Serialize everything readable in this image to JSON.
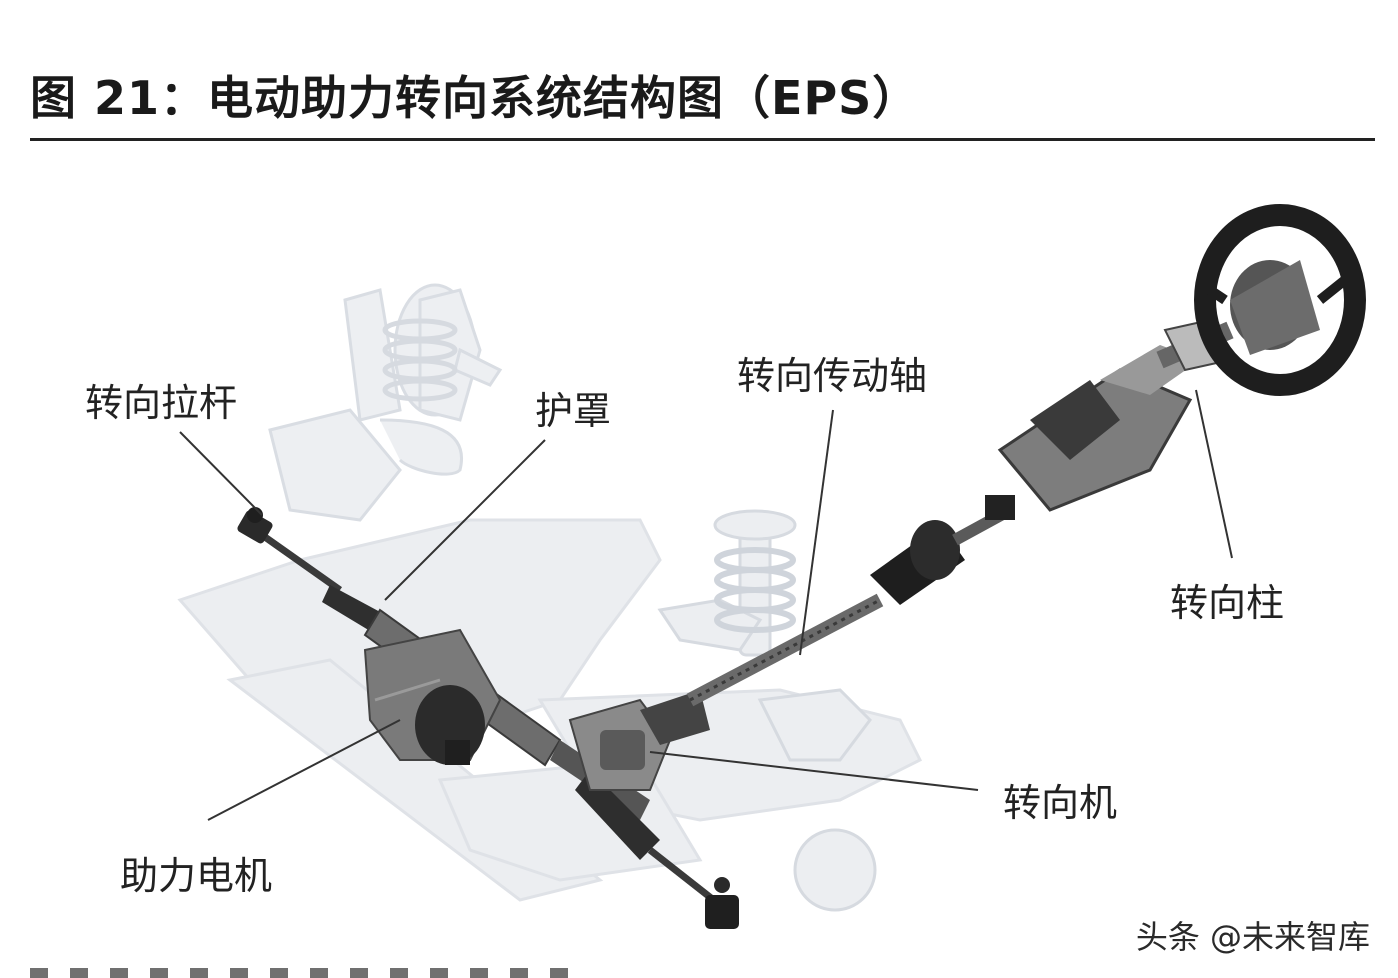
{
  "figure": {
    "title": "图 21：电动助力转向系统结构图（EPS）"
  },
  "labels": {
    "tie_rod": "转向拉杆",
    "boot": "护罩",
    "drive_shaft": "转向传动轴",
    "column": "转向柱",
    "gear": "转向机",
    "motor": "助力电机"
  },
  "watermark": "头条 @未来智库",
  "colors": {
    "ghost": "#e6e8ec",
    "part_dark": "#2b2b2b",
    "part_mid": "#6c6c6c",
    "leader": "#333333"
  }
}
